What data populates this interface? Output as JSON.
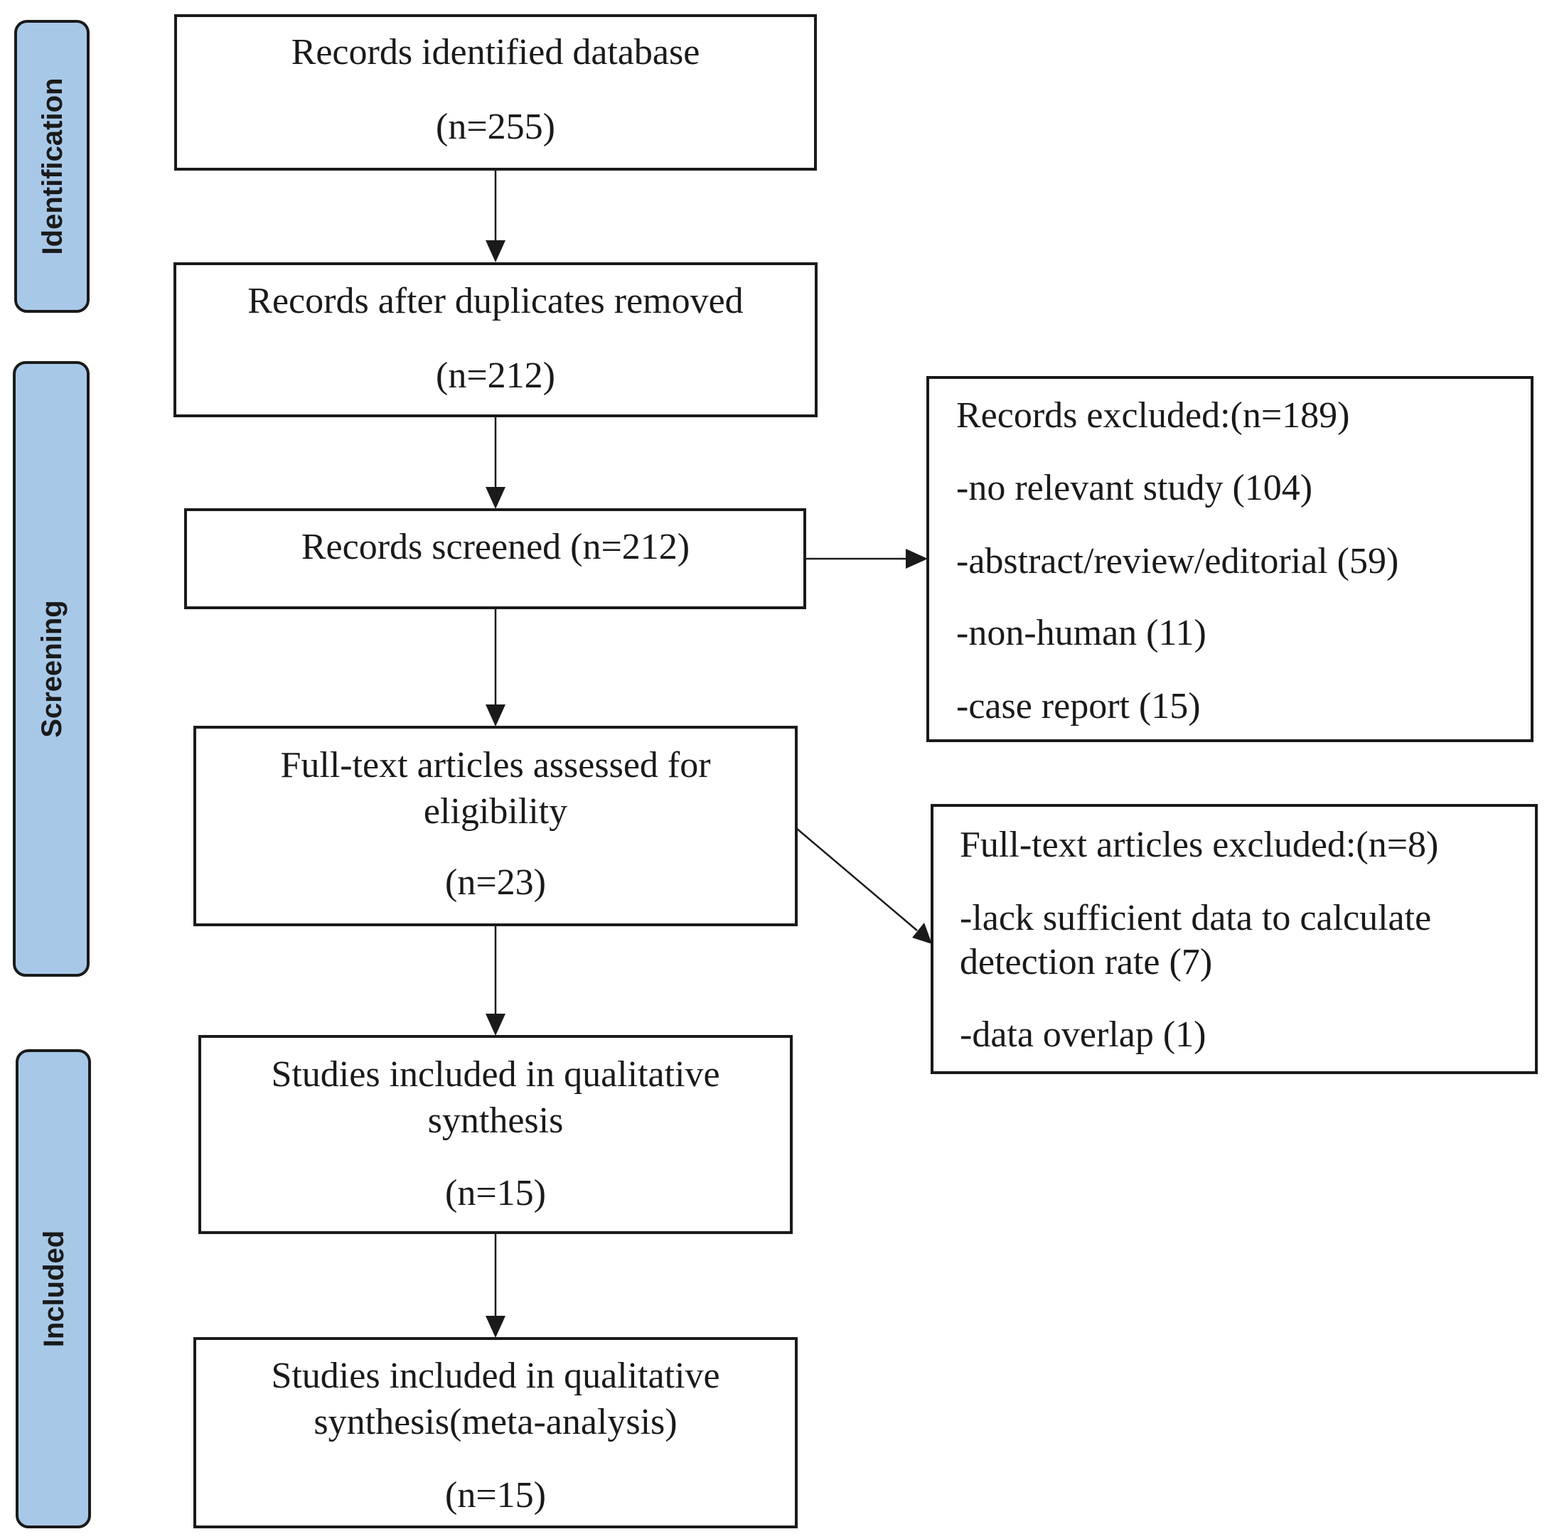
{
  "colors": {
    "phase_fill": "#a8c8e8",
    "line": "#1a1a1a"
  },
  "phases": {
    "identification": "Identification",
    "screening": "Screening",
    "included": "Included"
  },
  "boxes": {
    "records_identified": {
      "line1": "Records identified database",
      "count": "(n=255)"
    },
    "after_duplicates": {
      "line1": "Records after duplicates removed",
      "count": "(n=212)"
    },
    "screened": {
      "line1": "Records screened (n=212)"
    },
    "full_text_assessed": {
      "line1": "Full-text articles assessed for",
      "line2": "eligibility",
      "count": "(n=23)"
    },
    "qualitative": {
      "line1": "Studies included in qualitative",
      "line2": "synthesis",
      "count": "(n=15)"
    },
    "meta_analysis": {
      "line1": "Studies included in qualitative",
      "line2": "synthesis(meta-analysis)",
      "count": "(n=15)"
    },
    "records_excluded": {
      "title": "Records excluded:(n=189)",
      "items": [
        "-no relevant study (104)",
        "-abstract/review/editorial (59)",
        "-non-human (11)",
        "-case report (15)"
      ]
    },
    "fulltext_excluded": {
      "title": "Full-text articles excluded:(n=8)",
      "item1_line1": "-lack sufficient data to calculate",
      "item1_line2": "detection rate (7)",
      "item2": "-data overlap (1)"
    }
  }
}
